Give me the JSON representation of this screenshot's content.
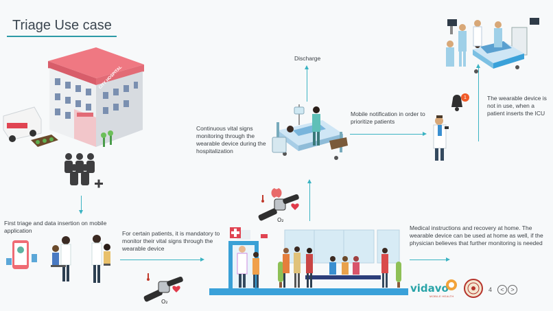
{
  "title": "Triage Use case",
  "labels": {
    "discharge": "Discharge",
    "continuous": "Continuous vital signs monitoring through the wearable device during the hospitalization",
    "mobile_notification": "Mobile notification in order to prioritize patients",
    "wearable_icu": "The wearable device is not in use, when a patient inserts the ICU",
    "first_triage": "First triage and data insertion on mobile application",
    "certain_patients": "For certain patients, it is mandatory to monitor their vital signs through the wearable device",
    "medical_instructions": "Medical instructions and recovery at home. The wearable device can be used at home as well, if the physician believes that further monitoring is needed"
  },
  "hospital_sign": "CITY HOSPITAL",
  "notification_badge": "1",
  "logo": {
    "brand": "vidavo",
    "tagline": "MOBILE HEALTH"
  },
  "page_number": "4",
  "nav": {
    "prev": "<",
    "next": ">"
  },
  "colors": {
    "accent": "#3ab3c2",
    "roof": "#ef7882",
    "title_underline": "#2c9aa6"
  }
}
